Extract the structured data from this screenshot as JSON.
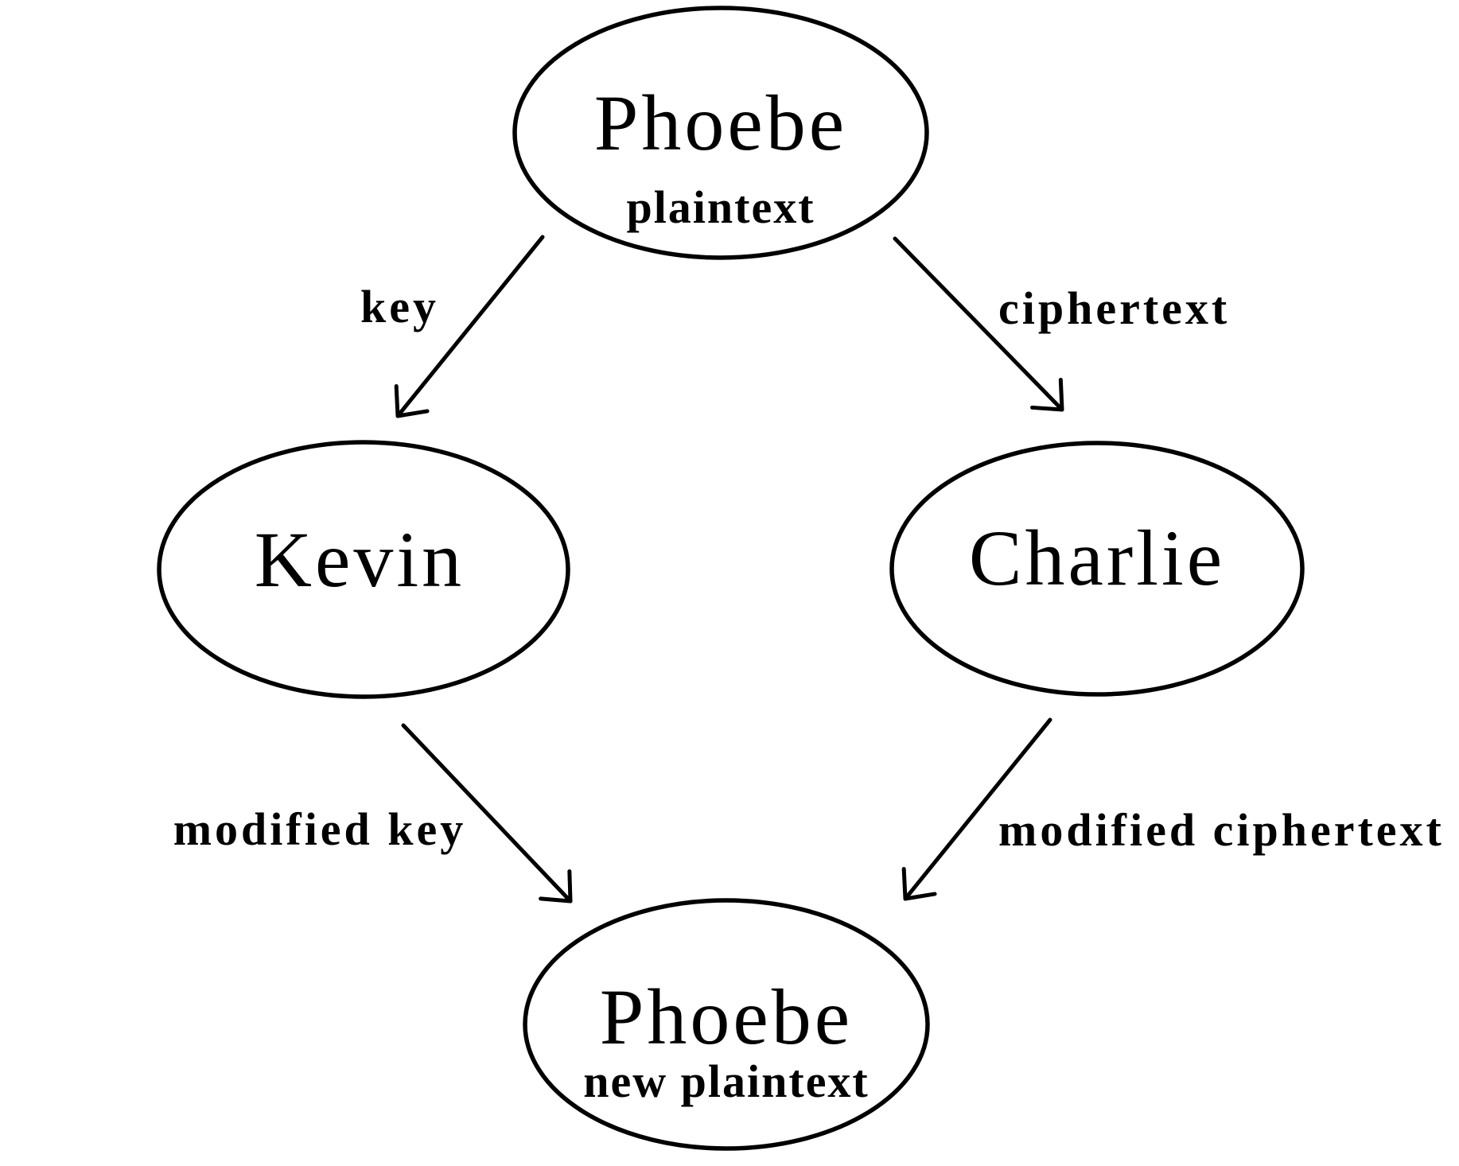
{
  "diagram_type": "directed-graph",
  "colors": {
    "background": "#ffffff",
    "stroke": "#000000",
    "text": "#000000"
  },
  "nodes": {
    "phoebe_top": {
      "title": "Phoebe",
      "subtitle": "plaintext"
    },
    "kevin": {
      "title": "Kevin"
    },
    "charlie": {
      "title": "Charlie"
    },
    "phoebe_bottom": {
      "title": "Phoebe",
      "subtitle": "new plaintext"
    }
  },
  "edges": {
    "key": {
      "label": "key",
      "from": "Phoebe (plaintext)",
      "to": "Kevin"
    },
    "ciphertext": {
      "label": "ciphertext",
      "from": "Phoebe (plaintext)",
      "to": "Charlie"
    },
    "modified_key": {
      "label": "modified key",
      "from": "Kevin",
      "to": "Phoebe (new plaintext)"
    },
    "modified_ciphertext": {
      "label": "modified ciphertext",
      "from": "Charlie",
      "to": "Phoebe (new plaintext)"
    }
  }
}
